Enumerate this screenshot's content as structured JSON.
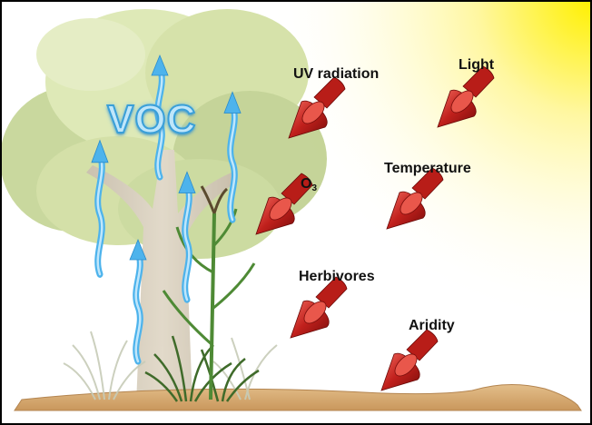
{
  "labels": {
    "voc": "VOC",
    "uv_radiation": "UV radiation",
    "light": "Light",
    "ozone": "O",
    "ozone_subscript": "3",
    "temperature": "Temperature",
    "herbivores": "Herbivores",
    "aridity": "Aridity"
  },
  "colors": {
    "stress_arrow": "#c0201c",
    "voc_arrow": "#4db3ec",
    "sun_glow": "#fff200",
    "ground": "#d9b07a",
    "canopy": "#c9d98e",
    "trunk": "#cbbfa8",
    "grass": "#3f6b2a",
    "maize": "#4e8a35"
  },
  "icons": [
    "stress-factor-cone-arrow",
    "voc-wavy-arrow",
    "tree",
    "maize-plant",
    "grass-tuft"
  ]
}
